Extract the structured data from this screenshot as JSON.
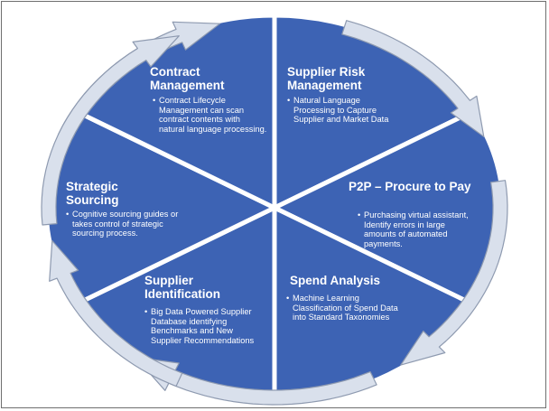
{
  "colors": {
    "segment_fill": "#3d63b4",
    "segment_edge": "#26447f",
    "divider": "#ffffff",
    "arrow_fill": "#d9e0ec",
    "arrow_edge": "#8e9ab0",
    "text": "#ffffff"
  },
  "segments": [
    {
      "title": "Contract Management",
      "bullet": "Contract Lifecycle Management can scan contract contents with natural language processing."
    },
    {
      "title": "Supplier Risk Management",
      "bullet": "Natural Language Processing to Capture Supplier and Market Data"
    },
    {
      "title": "P2P – Procure to Pay",
      "bullet": "Purchasing virtual assistant, Identify errors in large amounts of automated payments."
    },
    {
      "title": "Spend Analysis",
      "bullet": "Machine Learning Classification of Spend Data into Standard Taxonomies"
    },
    {
      "title": "Supplier Identification",
      "bullet": "Big Data Powered Supplier Database identifying Benchmarks and New Supplier Recommendations"
    },
    {
      "title": "Strategic Sourcing",
      "bullet": "Cognitive sourcing guides or takes control of strategic sourcing process."
    }
  ],
  "arrows": [
    {
      "name": "cycle-arrow-top-left",
      "icon": "curved-arrow-icon"
    },
    {
      "name": "cycle-arrow-top-right",
      "icon": "curved-arrow-icon"
    },
    {
      "name": "cycle-arrow-right",
      "icon": "curved-arrow-icon"
    },
    {
      "name": "cycle-arrow-bottom-right",
      "icon": "curved-arrow-icon"
    },
    {
      "name": "cycle-arrow-bottom-left",
      "icon": "curved-arrow-icon"
    },
    {
      "name": "cycle-arrow-left",
      "icon": "curved-arrow-icon"
    }
  ]
}
